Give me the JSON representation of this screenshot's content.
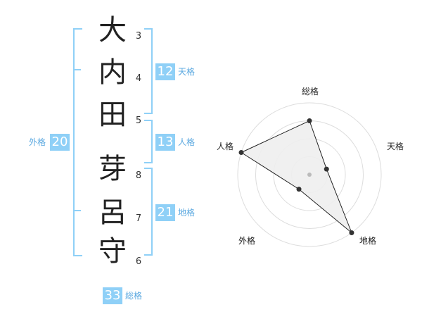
{
  "name": {
    "chars": [
      "大",
      "内",
      "田",
      "芽",
      "呂",
      "守"
    ],
    "strokes": [
      "3",
      "4",
      "5",
      "8",
      "7",
      "6"
    ]
  },
  "kaku": {
    "tenkaku": {
      "value": "12",
      "label": "天格"
    },
    "jinkaku": {
      "value": "13",
      "label": "人格"
    },
    "chikaku": {
      "value": "21",
      "label": "地格"
    },
    "gaikaku": {
      "value": "20",
      "label": "外格"
    },
    "soukaku": {
      "value": "33",
      "label": "総格"
    }
  },
  "radar": {
    "labels": {
      "soukaku": "総格",
      "tenkaku": "天格",
      "chikaku": "地格",
      "gaikaku": "外格",
      "jinkaku": "人格"
    },
    "order": [
      "soukaku",
      "tenkaku",
      "chikaku",
      "gaikaku",
      "jinkaku"
    ],
    "levels": 4,
    "scores": [
      3.0,
      1.0,
      4.0,
      1.0,
      4.0
    ],
    "max": 4,
    "colors": {
      "grid": "#dddddd",
      "fill": "#eeeeee",
      "line": "#222222",
      "point": "#333333",
      "center": "#bbbbbb"
    }
  }
}
